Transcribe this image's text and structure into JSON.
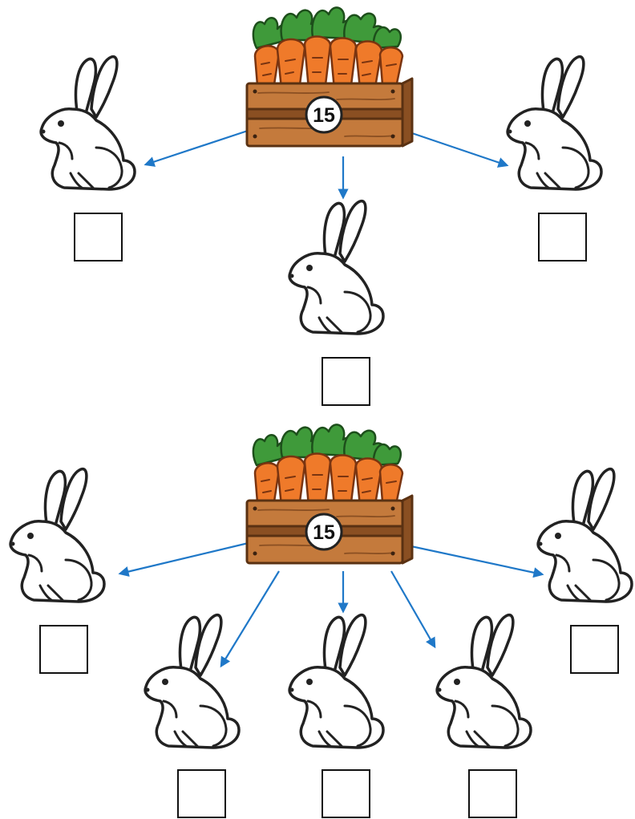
{
  "puzzles": [
    {
      "crate": {
        "carrot_count": "15"
      },
      "rabbit_count": 3,
      "answer_boxes": [
        "",
        "",
        ""
      ]
    },
    {
      "crate": {
        "carrot_count": "15"
      },
      "rabbit_count": 5,
      "answer_boxes": [
        "",
        "",
        "",
        "",
        ""
      ]
    }
  ],
  "colors": {
    "arrow": "#1f78c8",
    "crate_wood": "#c47a3c",
    "crate_wood_dark": "#8a4f22",
    "carrot": "#ef7a2a",
    "carrot_leaf": "#3f9a3a",
    "outline": "#222222",
    "rabbit_fill": "#ffffff"
  },
  "icons": [
    "carrot-crate-icon",
    "rabbit-icon",
    "arrow-icon"
  ]
}
